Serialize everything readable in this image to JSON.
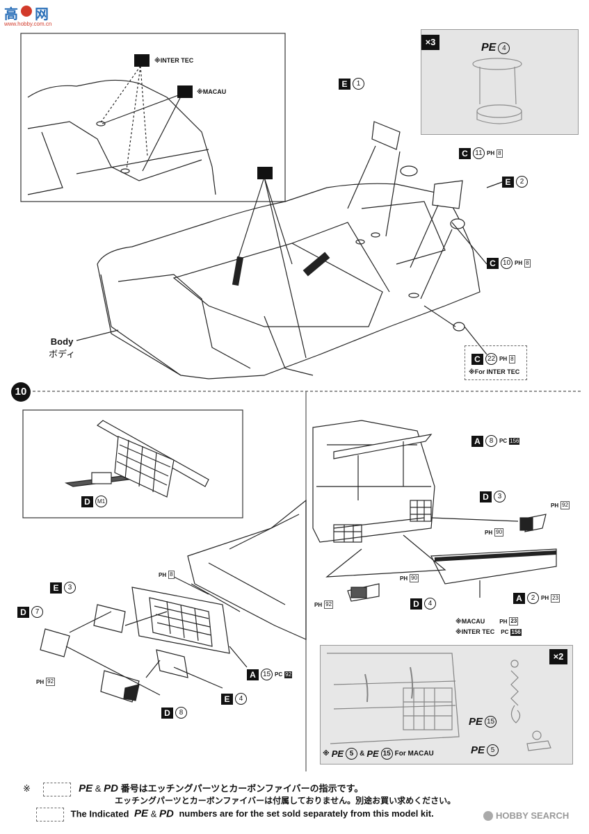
{
  "watermark": {
    "cn": "高",
    "cn2": "网",
    "url": "www.hobby.com.cn"
  },
  "top_inset": {
    "inter_tec": "※INTER TEC",
    "macau": "※MACAU"
  },
  "body_label": {
    "en": "Body",
    "jp": "ボディ"
  },
  "x3_panel": {
    "badge": "×3",
    "pe": "PE",
    "pe_num": "4"
  },
  "parts_top": [
    {
      "letter": "E",
      "num": "1"
    },
    {
      "letter": "C",
      "num": "11",
      "ph": "PH",
      "phnum": "8"
    },
    {
      "letter": "E",
      "num": "2"
    },
    {
      "letter": "C",
      "num": "10",
      "ph": "PH",
      "phnum": "8"
    },
    {
      "letter": "C",
      "num": "22",
      "ph": "PH",
      "phnum": "8",
      "note": "※For INTER TEC"
    }
  ],
  "step": "10",
  "grille_inset": {
    "letter": "D",
    "m": "M1"
  },
  "front_parts": {
    "ph8": {
      "ph": "PH",
      "phnum": "8"
    },
    "e3": {
      "letter": "E",
      "num": "3"
    },
    "d7": {
      "letter": "D",
      "num": "7"
    },
    "ph92": {
      "ph": "PH",
      "phnum": "92"
    },
    "a15": {
      "letter": "A",
      "num": "15",
      "pc": "PC",
      "pcnum": "92"
    },
    "e4": {
      "letter": "E",
      "num": "4"
    },
    "d8": {
      "letter": "D",
      "num": "8"
    }
  },
  "rear_parts": {
    "a8": {
      "letter": "A",
      "num": "8",
      "pc": "PC",
      "pcnum": "156"
    },
    "d3": {
      "letter": "D",
      "num": "3"
    },
    "ph92a": {
      "ph": "PH",
      "phnum": "92"
    },
    "ph90a": {
      "ph": "PH",
      "phnum": "90"
    },
    "ph90b": {
      "ph": "PH",
      "phnum": "90"
    },
    "ph92b": {
      "ph": "PH",
      "phnum": "92"
    },
    "d4": {
      "letter": "D",
      "num": "4"
    },
    "a2": {
      "letter": "A",
      "num": "2",
      "ph": "PH",
      "phnum": "23"
    },
    "macau_note": "※MACAU",
    "macau_ph": "PH",
    "macau_phnum": "23",
    "intertec_note": "※INTER TEC",
    "intertec_pc": "PC",
    "intertec_pcnum": "156"
  },
  "x2_panel": {
    "badge": "×2",
    "pe15": "PE",
    "pe15_num": "15",
    "pe5": "PE",
    "pe5_num": "5",
    "footer_note": "※",
    "footer_pe5": "PE",
    "footer_pe5_num": "5",
    "amp": "&",
    "footer_pe15": "PE",
    "footer_pe15_num": "15",
    "for_macau": "For MACAU"
  },
  "footer": {
    "mark": "※",
    "line1_pe": "PE",
    "line1_amp": "&",
    "line1_pd": "PD",
    "line1_text": "番号はエッチングパーツとカーボンファイバーの指示です。",
    "line2_text": "エッチングパーツとカーボンファイバーは付属しておりません。別途お買い求めください。",
    "line3_pre": "The Indicated",
    "line3_pe": "PE",
    "line3_amp": "&",
    "line3_pd": "PD",
    "line3_text": "numbers are for the set sold separately from this model kit.",
    "logo": "HOBBY SEARCH"
  }
}
